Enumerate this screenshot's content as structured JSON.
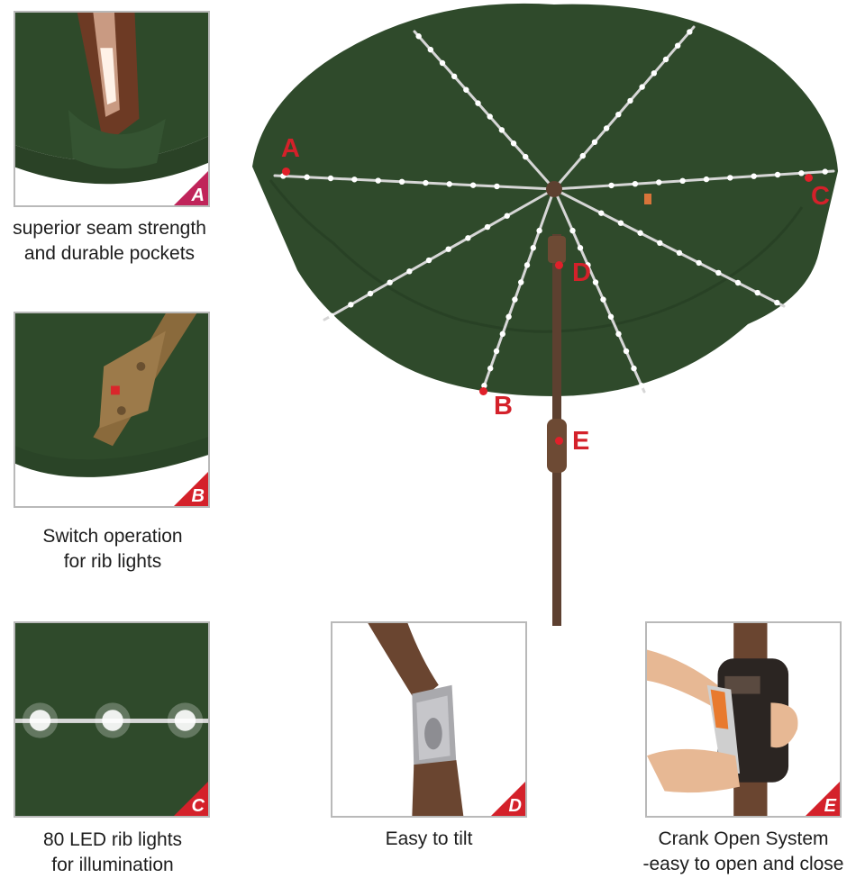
{
  "accent_color": "#d4212a",
  "corner_color_a": "#c0245a",
  "panels": {
    "a": {
      "letter": "A",
      "caption_line1": "superior seam strength",
      "caption_line2": "and durable pockets"
    },
    "b": {
      "letter": "B",
      "caption_line1": "Switch operation",
      "caption_line2": "for rib lights"
    },
    "c": {
      "letter": "C",
      "caption_line1": "80 LED rib lights",
      "caption_line2": "for illumination"
    },
    "d": {
      "letter": "D",
      "caption_line1": "Easy to tilt"
    },
    "e": {
      "letter": "E",
      "caption_line1": "Crank Open System",
      "caption_line2": "-easy to open and close"
    }
  },
  "main_markers": [
    "A",
    "B",
    "C",
    "D",
    "E"
  ],
  "icons": [
    "umbrella-canopy-illustration",
    "led-light-icon",
    "crank-handle-icon",
    "tilt-joint-icon"
  ]
}
